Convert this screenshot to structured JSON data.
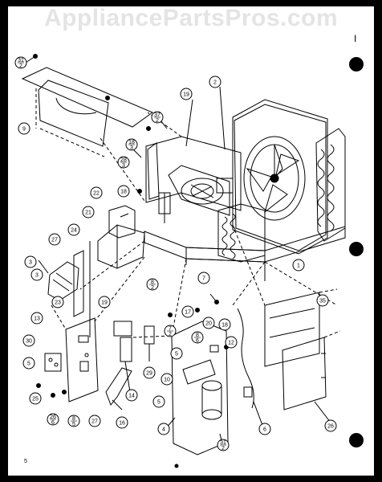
{
  "watermark": "AppliancePartsPros.com",
  "page_number": "5",
  "header_mark": "I",
  "callouts": [
    {
      "id": "c-31a",
      "top": "31",
      "bottom": "2"
    },
    {
      "id": "c-9",
      "top": "9"
    },
    {
      "id": "c-19a",
      "top": "19"
    },
    {
      "id": "c-2",
      "top": "2"
    },
    {
      "id": "c-37",
      "top": "37",
      "bottom": "2"
    },
    {
      "id": "c-18a",
      "top": "18",
      "bottom": "3"
    },
    {
      "id": "c-28",
      "top": "28",
      "bottom": "3"
    },
    {
      "id": "c-18b",
      "top": "18"
    },
    {
      "id": "c-22",
      "top": "22"
    },
    {
      "id": "c-21",
      "top": "21"
    },
    {
      "id": "c-27a",
      "top": "27"
    },
    {
      "id": "c-24",
      "top": "24"
    },
    {
      "id": "c-3a",
      "top": "3"
    },
    {
      "id": "c-1",
      "top": "1"
    },
    {
      "id": "c-8a",
      "top": "8",
      "bottom": "2"
    },
    {
      "id": "c-7a",
      "top": "7"
    },
    {
      "id": "c-3b",
      "top": "3"
    },
    {
      "id": "c-23",
      "top": "23"
    },
    {
      "id": "c-19b",
      "top": "19"
    },
    {
      "id": "c-17",
      "top": "17"
    },
    {
      "id": "c-35",
      "top": "35"
    },
    {
      "id": "c-13",
      "top": "13"
    },
    {
      "id": "c-30",
      "top": "30"
    },
    {
      "id": "c-5a",
      "top": "5"
    },
    {
      "id": "c-7b",
      "top": "7",
      "bottom": "2"
    },
    {
      "id": "c-8b",
      "top": "8",
      "bottom": "6"
    },
    {
      "id": "c-20",
      "top": "20"
    },
    {
      "id": "c-18c",
      "top": "18"
    },
    {
      "id": "c-12",
      "top": "12"
    },
    {
      "id": "c-5b",
      "top": "5"
    },
    {
      "id": "c-29",
      "top": "29"
    },
    {
      "id": "c-10",
      "top": "10"
    },
    {
      "id": "c-25",
      "top": "25"
    },
    {
      "id": "c-26a",
      "top": "26",
      "bottom": "6"
    },
    {
      "id": "c-8c",
      "top": "8",
      "bottom": "5"
    },
    {
      "id": "c-27b",
      "top": "27"
    },
    {
      "id": "c-14",
      "top": "14"
    },
    {
      "id": "c-16",
      "top": "16"
    },
    {
      "id": "c-5c",
      "top": "5"
    },
    {
      "id": "c-4",
      "top": "4"
    },
    {
      "id": "c-31b",
      "top": "31",
      "bottom": "2"
    },
    {
      "id": "c-6",
      "top": "6"
    },
    {
      "id": "c-26b",
      "top": "26"
    }
  ]
}
